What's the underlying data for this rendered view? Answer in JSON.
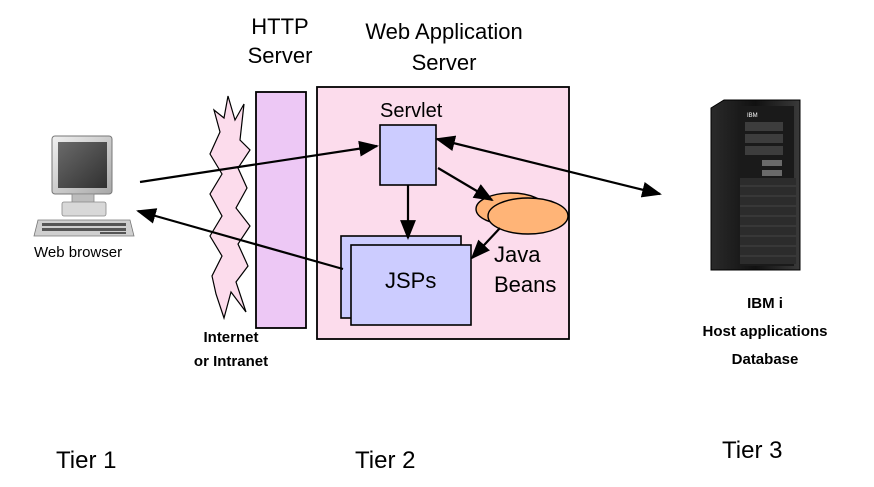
{
  "labels": {
    "http_server_line1": "HTTP",
    "http_server_line2": "Server",
    "was_line1": "Web Application",
    "was_line2": "Server",
    "servlet": "Servlet",
    "jsps": "JSPs",
    "java_beans_line1": "Java",
    "java_beans_line2": "Beans",
    "web_browser": "Web browser",
    "network_line1": "Internet",
    "network_line2": "or Intranet",
    "host_line1": "IBM i",
    "host_line2": "Host applications",
    "host_line3": "Database",
    "server_brand": "IBM"
  },
  "tiers": [
    "Tier 1",
    "Tier 2",
    "Tier 3"
  ],
  "colors": {
    "http_server_fill": "#EDC8F5",
    "was_fill": "#FCDCEC",
    "servlet_fill": "#CCCCFF",
    "jsp_fill": "#CCCCFF",
    "bean_fill": "#FFB477",
    "network_burst_fill": "#FCDCEC"
  },
  "icons": [
    "computer-icon",
    "server-tower-icon",
    "network-burst-icon",
    "java-bean-icon"
  ]
}
